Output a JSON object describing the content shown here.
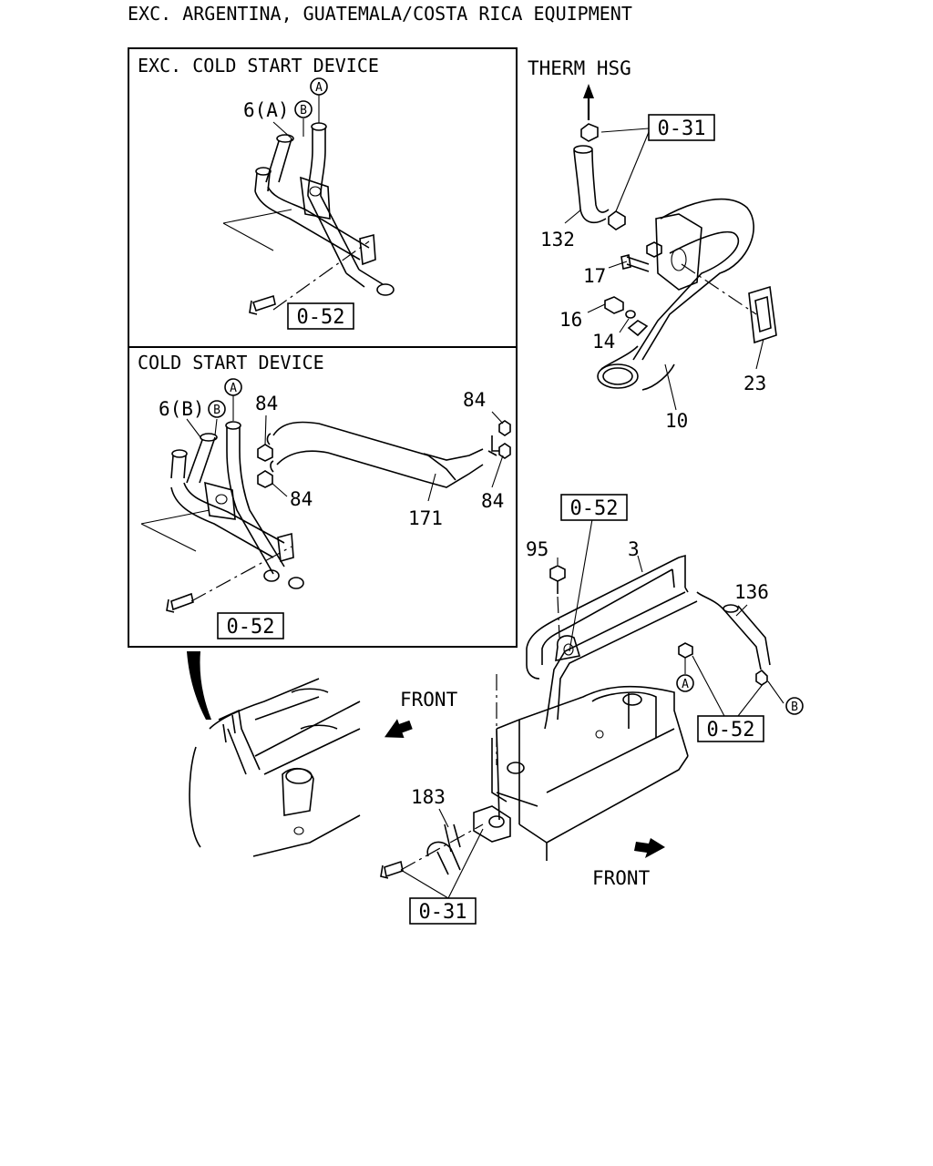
{
  "header": {
    "title": "EXC. ARGENTINA, GUATEMALA/COSTA RICA EQUIPMENT"
  },
  "insets": {
    "top_title": "EXC. COLD START DEVICE",
    "bottom_title": "COLD START DEVICE"
  },
  "labels": {
    "therm_hsg": "THERM HSG",
    "front_upper": "FRONT",
    "front_lower": "FRONT",
    "part_6a": "6(A)",
    "part_6b": "6(B)",
    "part_84": "84",
    "part_171": "171",
    "part_132": "132",
    "part_17": "17",
    "part_16": "16",
    "part_14": "14",
    "part_10": "10",
    "part_23": "23",
    "part_95": "95",
    "part_3": "3",
    "part_136": "136",
    "part_183": "183"
  },
  "refs": {
    "ref_031": "0-31",
    "ref_052": "0-52"
  },
  "circle_letters": {
    "a": "A",
    "b": "B"
  }
}
